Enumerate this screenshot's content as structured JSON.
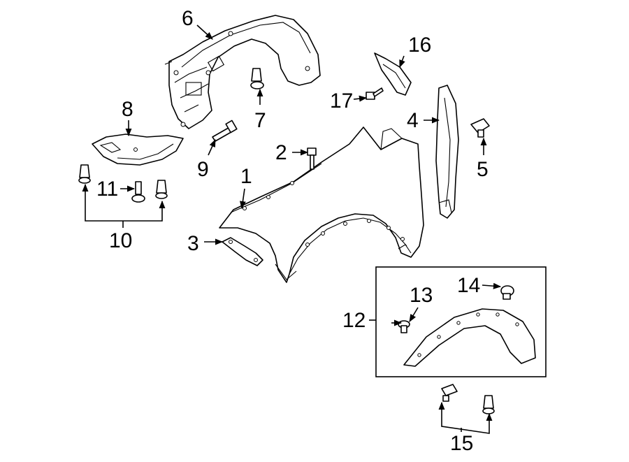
{
  "callouts": {
    "c1": "1",
    "c2": "2",
    "c3": "3",
    "c4": "4",
    "c5": "5",
    "c6": "6",
    "c7": "7",
    "c8": "8",
    "c9": "9",
    "c10": "10",
    "c11": "11",
    "c12": "12",
    "c13": "13",
    "c14": "14",
    "c15": "15",
    "c16": "16",
    "c17": "17"
  }
}
